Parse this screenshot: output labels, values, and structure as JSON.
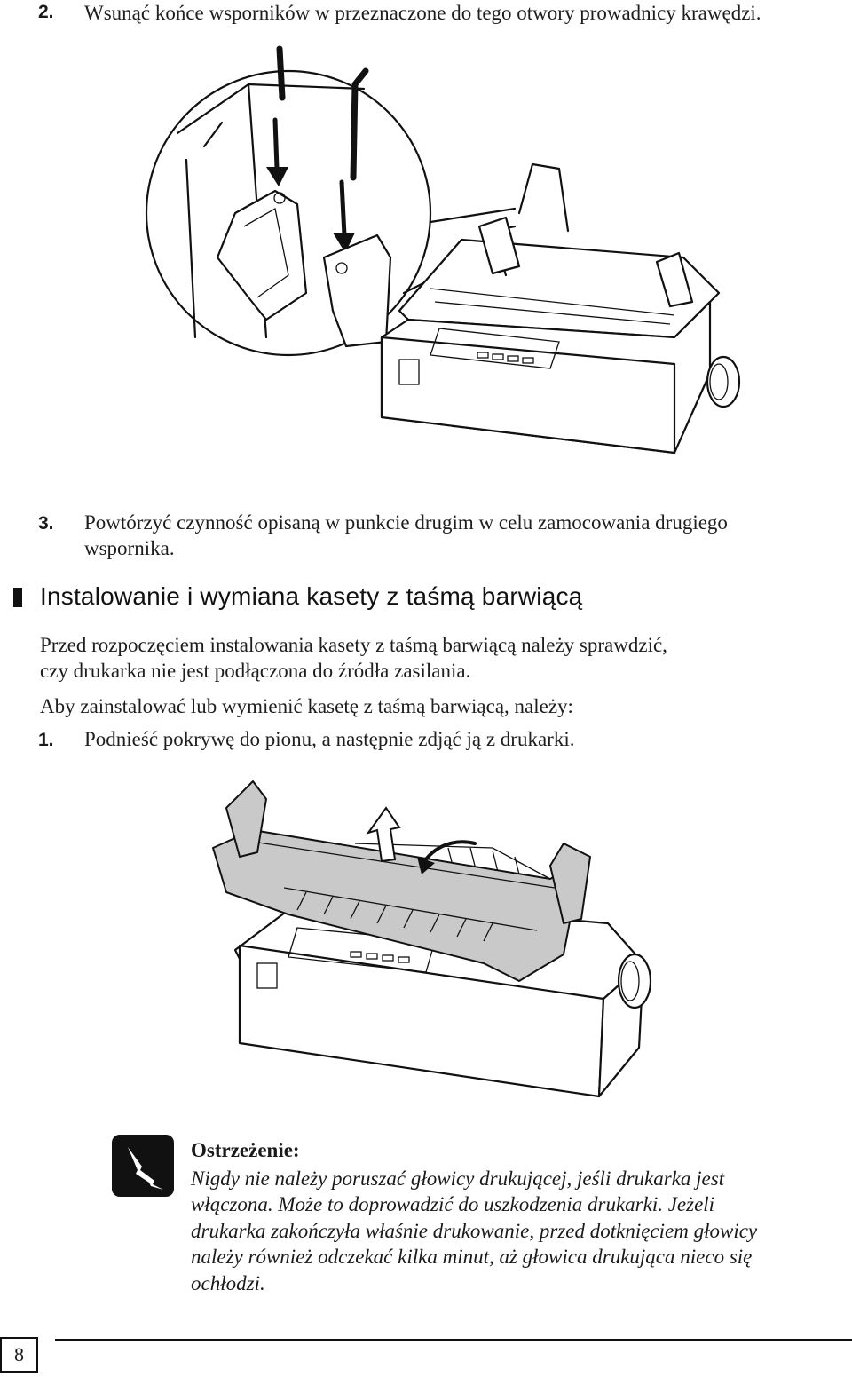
{
  "steps_top": [
    {
      "number": "2.",
      "text": "Wsunąć końce wsporników w przeznaczone do tego otwory prowadnicy krawędzi."
    },
    {
      "number": "3.",
      "text": "Powtórzyć czynność opisaną w punkcie drugim w celu zamocowania drugiego",
      "text_line2": "wspornika."
    }
  ],
  "section": {
    "heading": "Instalowanie i wymiana kasety z taśmą barwiącą",
    "intro_line1": "Przed rozpoczęciem instalowania kasety z taśmą barwiącą należy sprawdzić,",
    "intro_line2": "czy drukarka nie jest podłączona do źródła zasilania.",
    "lead": "Aby zainstalować lub wymienić kasetę z taśmą barwiącą, należy:",
    "step1_number": "1.",
    "step1_text": "Podnieść pokrywę do pionu, a następnie zdjąć ją z drukarki."
  },
  "warning": {
    "icon": "high-voltage-warning-icon",
    "title": "Ostrzeżenie:",
    "lines": [
      "Nigdy nie należy poruszać głowicy drukującej, jeśli drukarka jest",
      "włączona. Może to doprowadzić do uszkodzenia drukarki. Jeżeli",
      "drukarka zakończyła właśnie drukowanie, przed dotknięciem głowicy",
      "należy również odczekać kilka minut, aż głowica drukująca nieco się",
      "ochłodzi."
    ]
  },
  "footer": {
    "page_number": "8"
  }
}
